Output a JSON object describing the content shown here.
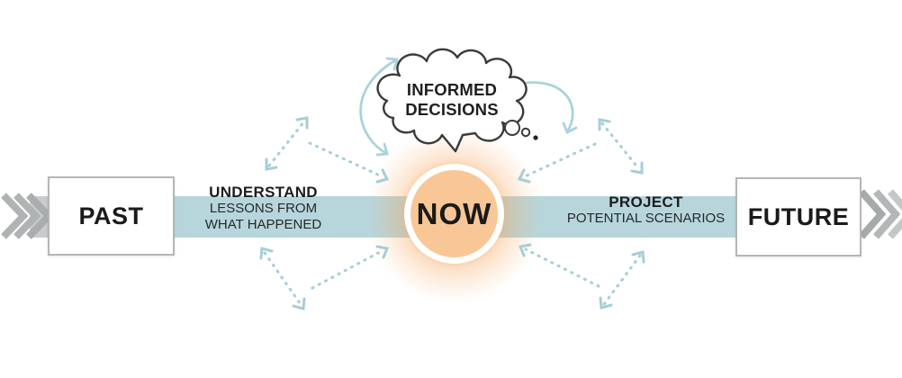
{
  "timeline": {
    "past": "PAST",
    "now": "NOW",
    "future": "FUTURE"
  },
  "left_segment": {
    "heading": "UNDERSTAND",
    "line1": "LESSONS FROM",
    "line2": "WHAT HAPPENED"
  },
  "right_segment": {
    "heading": "PROJECT",
    "line1": "POTENTIAL SCENARIOS"
  },
  "thought_bubble": {
    "line1": "INFORMED",
    "line2": "DECISIONS"
  },
  "icons": {
    "left_edge": "chevrons-right-icon",
    "right_edge": "chevrons-right-icon",
    "bubble": "thought-bubble-icon"
  },
  "colors": {
    "band_blue": "#b7d6dc",
    "arrow_blue": "#a5ced8",
    "now_fill": "#f8c795",
    "now_glow": "#f6a458",
    "gray_band": "#c9cccc",
    "chevron_gray": "#afb3b3",
    "box_border": "#b4b7b7",
    "cloud_outline": "#3a3a3a",
    "text_dark": "#1d1d1d"
  }
}
